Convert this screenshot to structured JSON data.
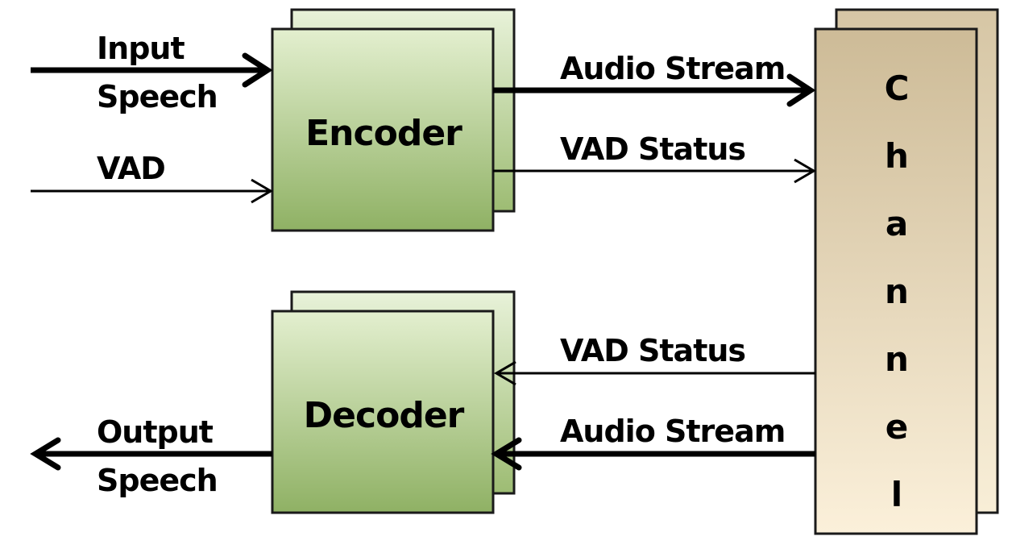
{
  "encoder": {
    "label": "Encoder"
  },
  "decoder": {
    "label": "Decoder"
  },
  "channel": {
    "letters": [
      "C",
      "h",
      "a",
      "n",
      "n",
      "e",
      "l"
    ]
  },
  "inputs": {
    "speech_line1": "Input",
    "speech_line2": "Speech",
    "vad": "VAD"
  },
  "outputs": {
    "speech_line1": "Output",
    "speech_line2": "Speech"
  },
  "links": {
    "enc_audio": "Audio Stream",
    "enc_vad": "VAD Status",
    "dec_vad": "VAD Status",
    "dec_audio": "Audio Stream"
  },
  "colors": {
    "block_fill_top": "#e3efcf",
    "block_fill_bottom": "#8fb164",
    "block_stroke": "#1a1a1a",
    "channel_fill_light": "#f6ead0",
    "channel_fill_dark": "#cdbb97"
  }
}
